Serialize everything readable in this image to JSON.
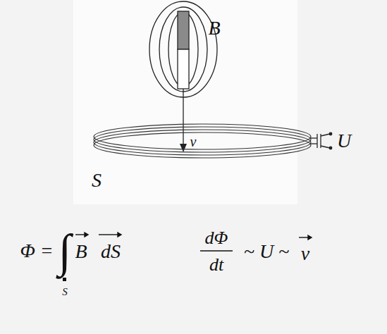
{
  "diagram": {
    "labels": [
      "B",
      "v",
      "S",
      "U",
      "Φ =",
      "∫",
      "S",
      "B",
      "dS",
      "dΦ",
      "dt",
      "~ U ~",
      "v"
    ]
  }
}
